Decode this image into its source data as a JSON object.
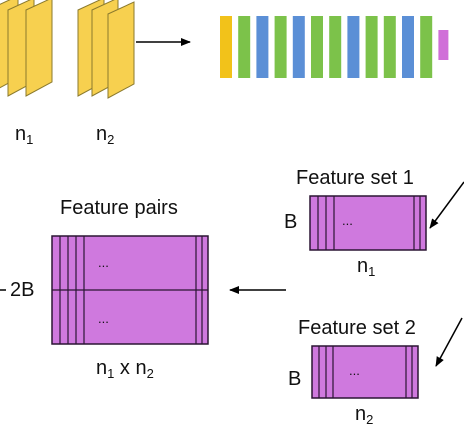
{
  "colors": {
    "map_fill": "#f7d04f",
    "map_stroke": "#8b7a2e",
    "feature_fill": "#cf79de",
    "feature_stroke": "#2b1533",
    "bars": [
      "#f2c21a",
      "#7cc24a",
      "#5b8fd6",
      "#7cc24a",
      "#5b8fd6",
      "#7cc24a",
      "#7cc24a",
      "#5b8fd6",
      "#7cc24a",
      "#7cc24a",
      "#5b8fd6",
      "#7cc24a",
      "#d06fd8"
    ]
  },
  "labels": {
    "n1": "n",
    "n1_sub": "1",
    "n2": "n",
    "n2_sub": "2",
    "feature_set_1": "Feature set 1",
    "feature_set_2": "Feature set 2",
    "feature_pairs": "Feature pairs",
    "b": "B",
    "two_b": "2B",
    "fs1_width": "n",
    "fs1_width_sub": "1",
    "fs2_width": "n",
    "fs2_width_sub": "2",
    "pairs_width_a": "n",
    "pairs_width_a_sub": "1",
    "pairs_x": "x",
    "pairs_width_b": "n",
    "pairs_width_b_sub": "2",
    "ellipsis": "..."
  }
}
